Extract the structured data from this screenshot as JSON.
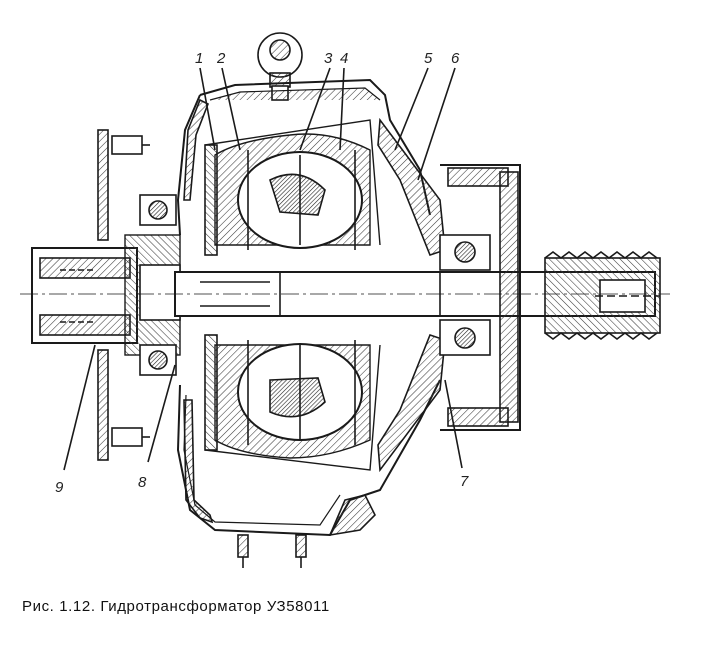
{
  "figure": {
    "caption": "Рис. 1.12. Гидротрансформатор УЗ58011",
    "callouts": [
      "1",
      "2",
      "3",
      "4",
      "5",
      "6",
      "7",
      "8",
      "9"
    ],
    "colors": {
      "ink": "#1a1a1a",
      "hatch": "#3a3a3a",
      "paper": "#ffffff"
    }
  }
}
